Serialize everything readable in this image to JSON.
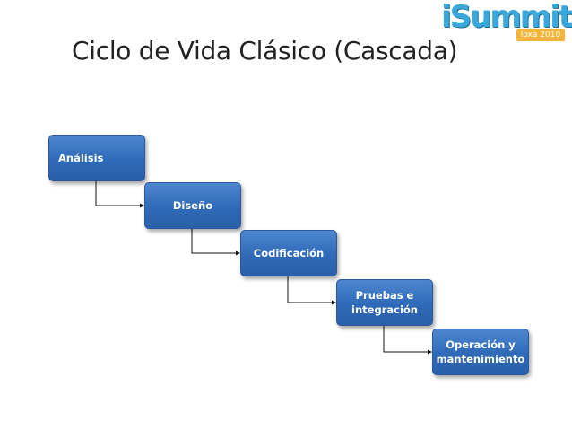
{
  "logo": {
    "word": "iSummit",
    "tag": "loxa 2010"
  },
  "slide": {
    "title": "Ciclo de Vida Clásico (Cascada)"
  },
  "steps": [
    {
      "label": "Análisis"
    },
    {
      "label": "Diseño"
    },
    {
      "label": "Codificación"
    },
    {
      "label": "Pruebas e integración"
    },
    {
      "label": "Operación y mantenimiento"
    }
  ],
  "colors": {
    "box_fill": "#2f6ab8",
    "box_text": "#ffffff",
    "connector": "#111111",
    "logo_blue": "#3aa8da",
    "logo_tag": "#f3b63a"
  }
}
